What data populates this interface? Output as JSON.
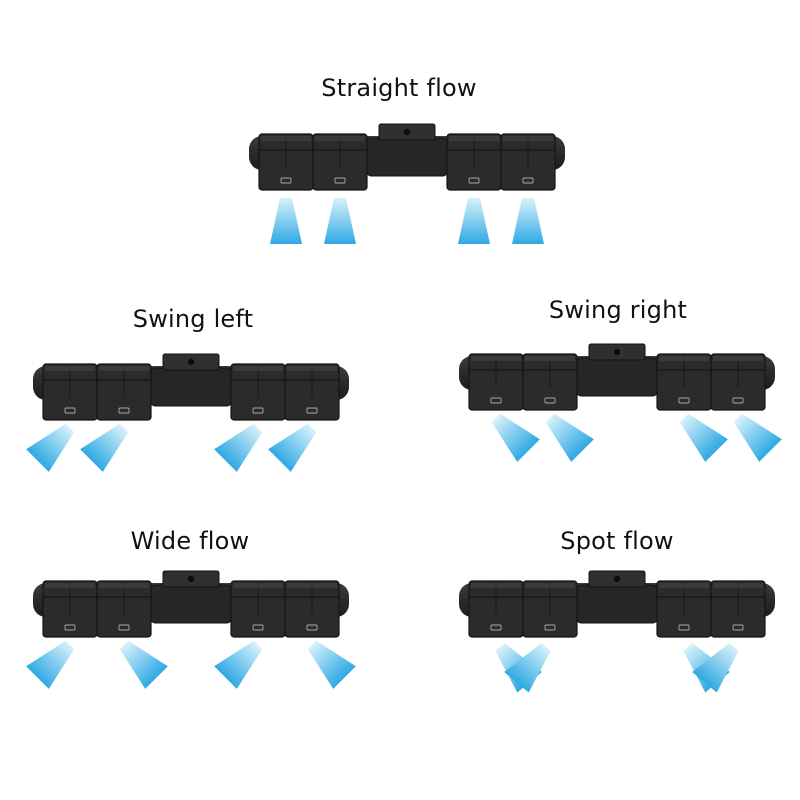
{
  "colors": {
    "housing": "#2b2b2b",
    "housing_light": "#4a4a4a",
    "airflow_top": "#d8f1fb",
    "airflow_bottom": "#2fa9e3"
  },
  "icons": [
    "fan-unit-icon",
    "airflow-icon"
  ],
  "panels": [
    {
      "title": "Straight flow",
      "flow": "straight"
    },
    {
      "title": "Swing left",
      "flow": "swing-left"
    },
    {
      "title": "Swing right",
      "flow": "swing-right"
    },
    {
      "title": "Wide flow",
      "flow": "wide"
    },
    {
      "title": "Spot flow",
      "flow": "spot"
    }
  ]
}
